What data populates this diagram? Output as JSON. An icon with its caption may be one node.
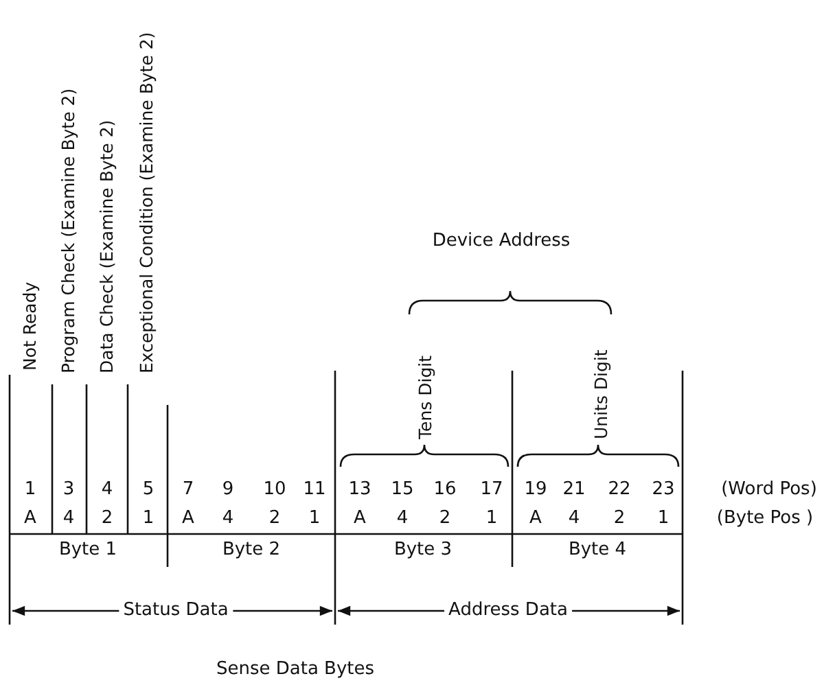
{
  "diagram": {
    "caption": "Sense Data Bytes",
    "labels": [
      "Not Ready",
      "Program Check (Examine Byte 2)",
      "Data Check (Examine Byte 2)",
      "Exceptional Condition (Examine Byte 2)",
      "Device Address",
      "Tens Digit",
      "Units Digit",
      "1",
      "3",
      "4",
      "5",
      "7",
      "9",
      "10",
      "11",
      "13",
      "15",
      "16",
      "17",
      "19",
      "21",
      "22",
      "23",
      "(Word Pos)",
      "A",
      "4",
      "2",
      "1",
      "A",
      "4",
      "2",
      "1",
      "A",
      "4",
      "2",
      "1",
      "A",
      "4",
      "2",
      "1",
      "(Byte Pos )",
      "Byte 1",
      "Byte 2",
      "Byte 3",
      "Byte 4",
      "Status Data",
      "Address Data"
    ]
  }
}
